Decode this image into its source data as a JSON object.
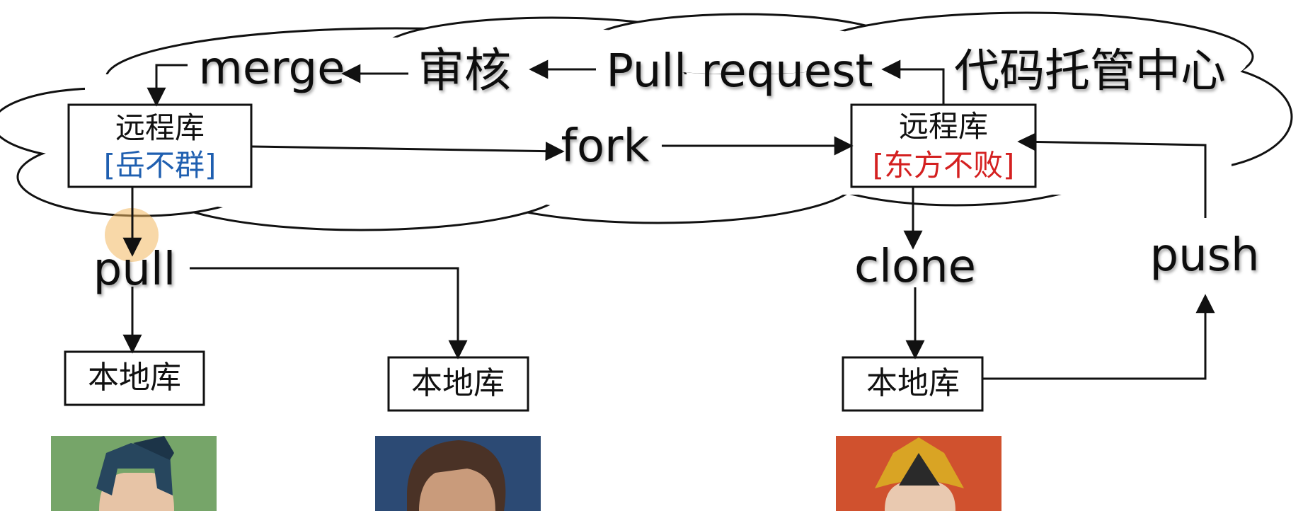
{
  "cloud": {
    "label": "代码托管中心"
  },
  "flow": {
    "merge": "merge",
    "review": "审核",
    "pull_request": "Pull request",
    "fork": "fork",
    "pull": "pull",
    "clone": "clone",
    "push": "push"
  },
  "remote_left": {
    "title": "远程库",
    "owner": "[岳不群]",
    "owner_color": "#1f5fb0"
  },
  "remote_right": {
    "title": "远程库",
    "owner": "[东方不败]",
    "owner_color": "#d42020"
  },
  "local_repos": [
    {
      "label": "本地库"
    },
    {
      "label": "本地库"
    },
    {
      "label": "本地库"
    }
  ],
  "portraits": [
    {
      "name": "portrait-left",
      "bg": "#6a9a62",
      "accent": "#27465e"
    },
    {
      "name": "portrait-middle",
      "bg": "#2c4a74",
      "accent": "#4a3226"
    },
    {
      "name": "portrait-right",
      "bg": "#c9302a",
      "accent": "#d9a424"
    }
  ],
  "colors": {
    "stroke": "#111111",
    "cursor_highlight": "#f2b860"
  }
}
